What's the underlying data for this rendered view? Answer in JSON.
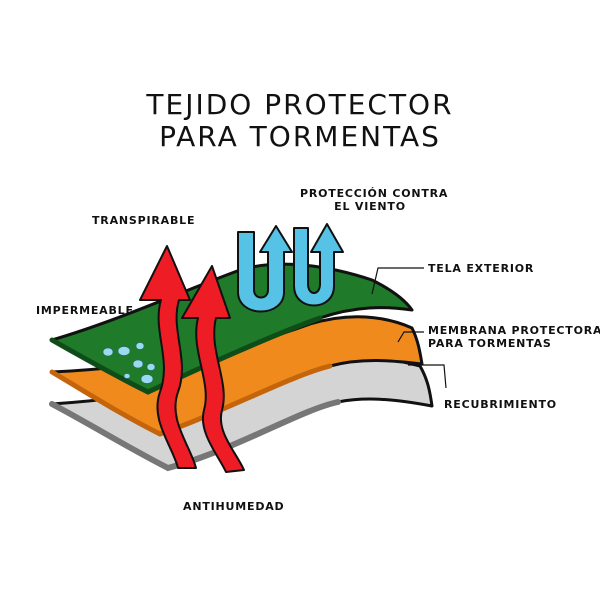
{
  "title": {
    "line1": "TEJIDO PROTECTOR",
    "line2": "PARA TORMENTAS"
  },
  "labels": {
    "transpirable": "TRANSPIRABLE",
    "impermeable": "IMPERMEABLE",
    "viento_line1": "PROTECCIÓN CONTRA",
    "viento_line2": "EL VIENTO",
    "tela_exterior": "TELA EXTERIOR",
    "membrana_line1": "MEMBRANA PROTECTORA",
    "membrana_line2": "PARA TORMENTAS",
    "recubrimiento": "RECUBRIMIENTO",
    "antihumedad": "ANTIHUMEDAD"
  },
  "colors": {
    "outer_fabric": "#1f7a2a",
    "membrane": "#f08a1c",
    "coating": "#d4d4d4",
    "arrow_red": "#ee1c25",
    "arrow_blue": "#56c2e6",
    "drops": "#9ad9ee",
    "stroke": "#111111"
  }
}
